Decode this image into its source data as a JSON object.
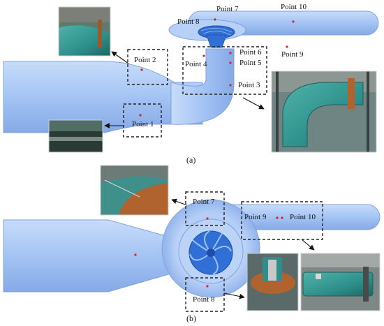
{
  "figure": {
    "panel_a": {
      "caption": "(a)",
      "labels": {
        "p1": "Point 1",
        "p2": "Point 2",
        "p3": "Point 3",
        "p4": "Point 4",
        "p5": "Point 5",
        "p6": "Point 6",
        "p7": "Point 7",
        "p8": "Point 8",
        "p9": "Point 9",
        "p10": "Point 10"
      }
    },
    "panel_b": {
      "caption": "(b)",
      "labels": {
        "p7": "Point 7",
        "p8": "Point 8",
        "p9": "Point 9",
        "p10": "Point 10"
      }
    }
  },
  "colors": {
    "pipe_fill": "#a4c4f4",
    "pipe_edge": "#7fa3e0",
    "impeller": "#2f6fd6",
    "measurement_point": "#d42020",
    "photo_teal": "#2e8f8a",
    "photo_rust": "#b0632f"
  }
}
